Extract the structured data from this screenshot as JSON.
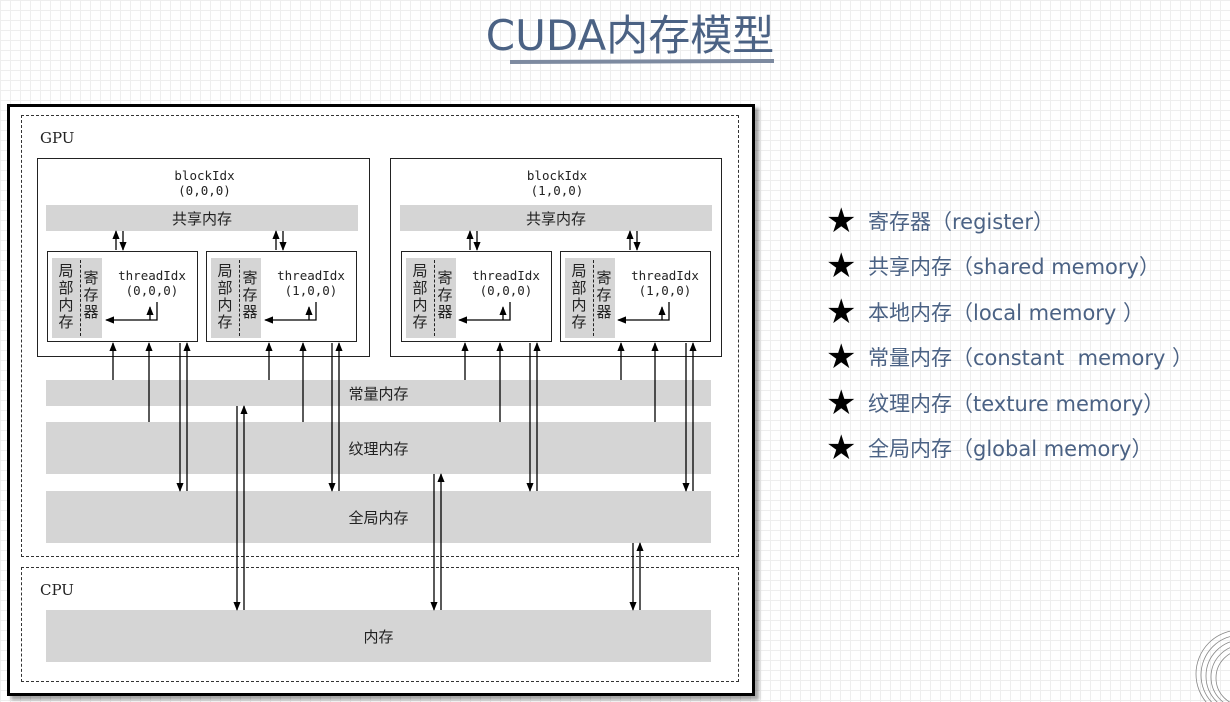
{
  "title": "CUDA内存模型",
  "diagram": {
    "gpu_label": "GPU",
    "cpu_label": "CPU",
    "blocks": [
      {
        "idx_label": "blockIdx",
        "idx_value": "(0,0,0)",
        "shared": "共享内存",
        "threads": [
          {
            "local": "局部内存",
            "register": "寄存器",
            "idx_label": "threadIdx",
            "idx_value": "(0,0,0)"
          },
          {
            "local": "局部内存",
            "register": "寄存器",
            "idx_label": "threadIdx",
            "idx_value": "(1,0,0)"
          }
        ]
      },
      {
        "idx_label": "blockIdx",
        "idx_value": "(1,0,0)",
        "shared": "共享内存",
        "threads": [
          {
            "local": "局部内存",
            "register": "寄存器",
            "idx_label": "threadIdx",
            "idx_value": "(0,0,0)"
          },
          {
            "local": "局部内存",
            "register": "寄存器",
            "idx_label": "threadIdx",
            "idx_value": "(1,0,0)"
          }
        ]
      }
    ],
    "constant": "常量内存",
    "texture": "纹理内存",
    "global": "全局内存",
    "host_memory": "内存"
  },
  "legend": {
    "bullet_icon": "black-star-icon",
    "items": [
      "寄存器（register）",
      "共享内存（shared memory）",
      "本地内存（local memory ）",
      "常量内存（constant  memory ）",
      "纹理内存（texture memory）",
      "全局内存（global memory）"
    ]
  }
}
